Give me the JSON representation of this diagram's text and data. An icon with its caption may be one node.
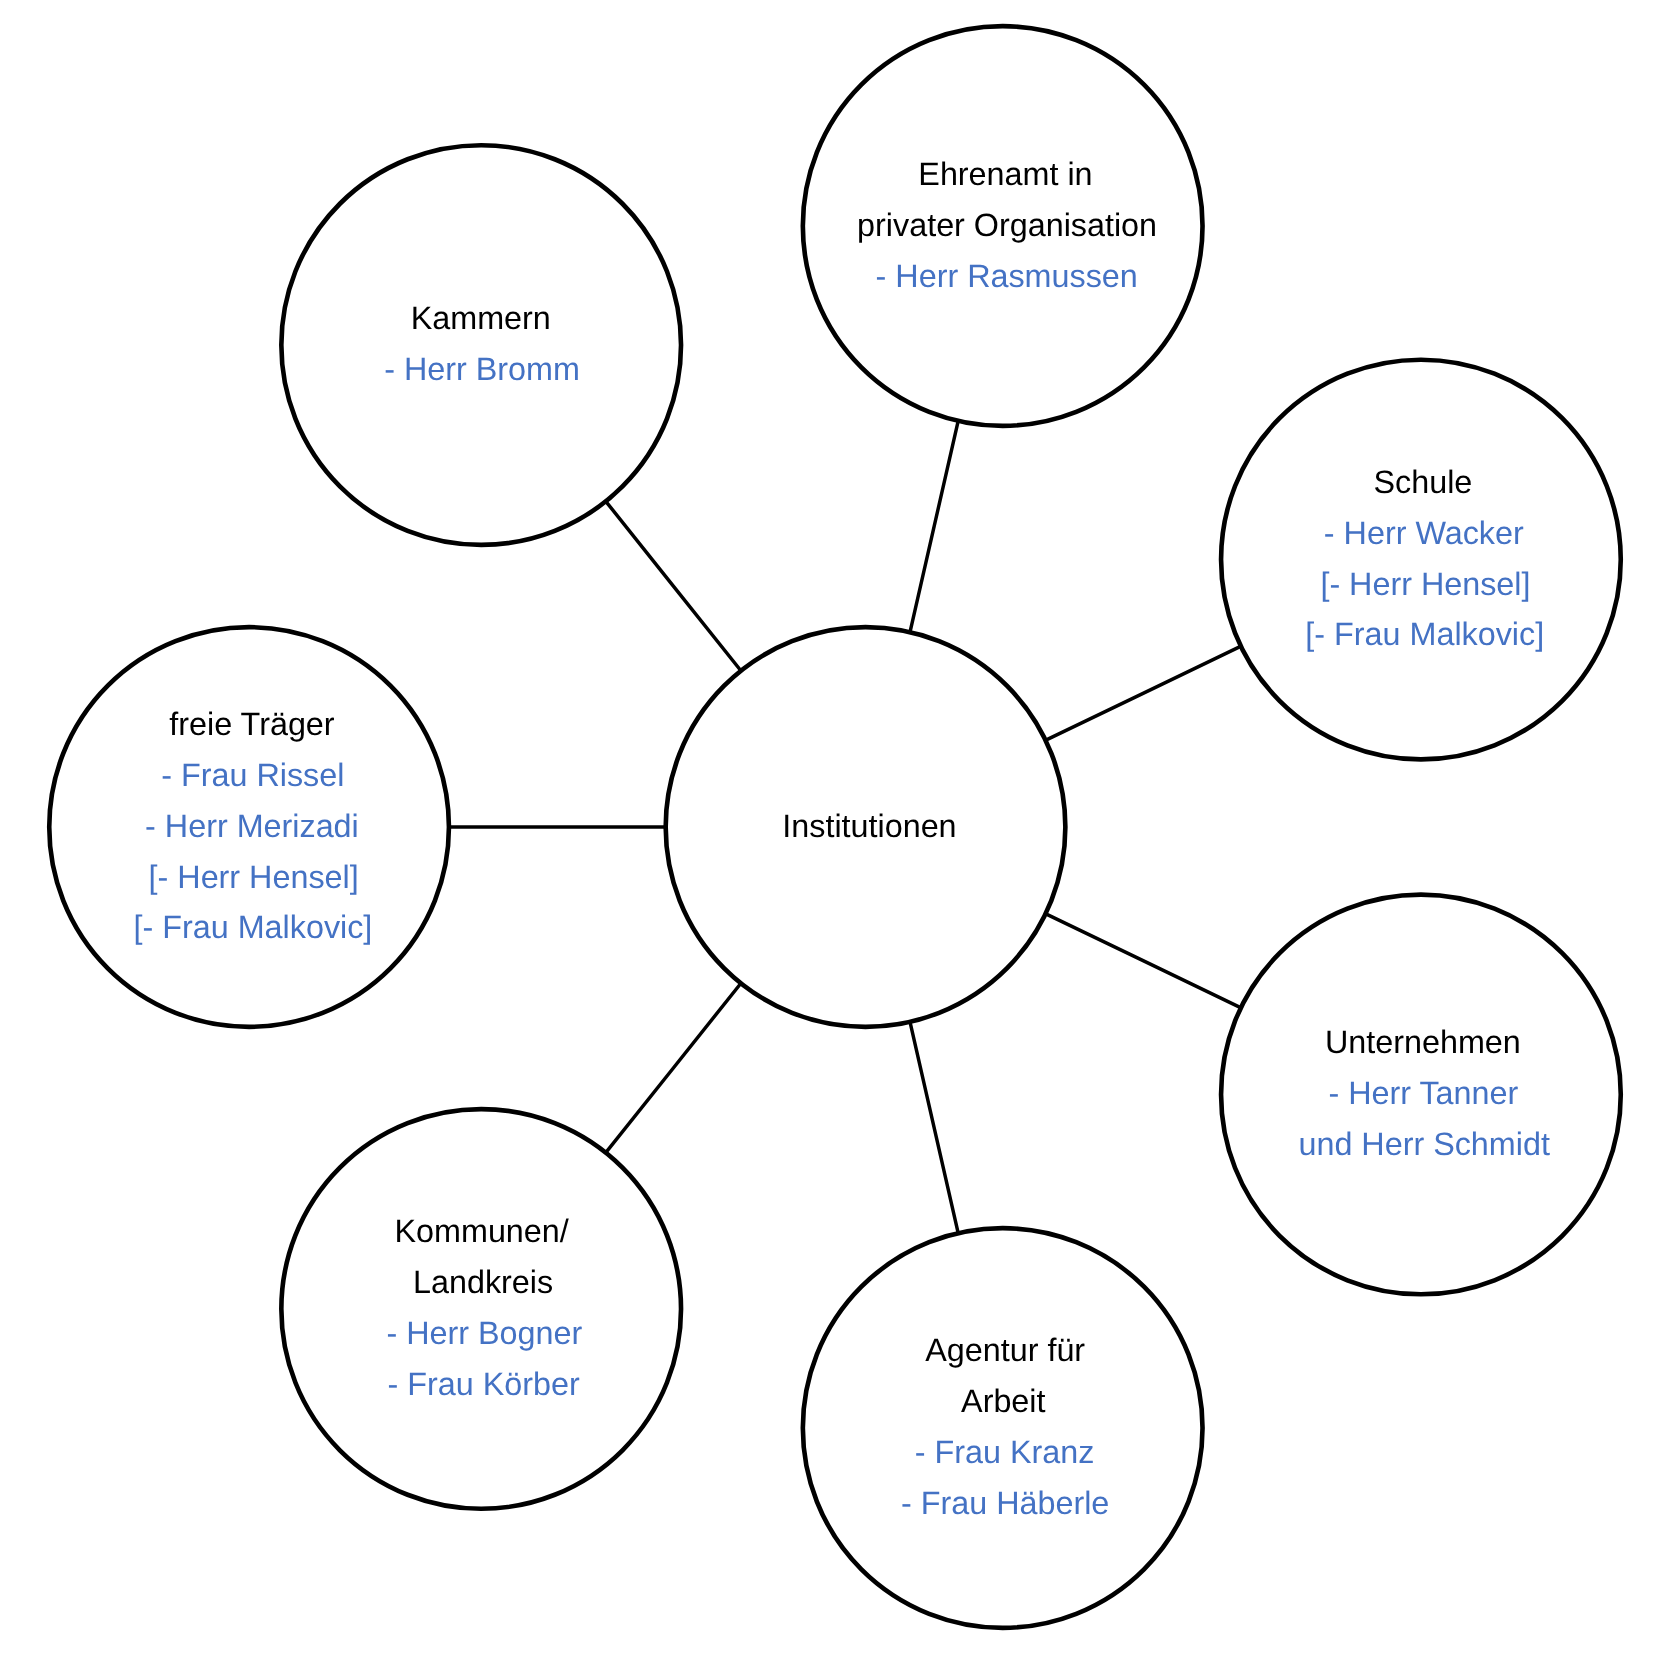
{
  "diagram": {
    "nodes": [
      {
        "text": [
          "Institutionen"
        ]
      },
      {
        "text": [
          "Schule",
          "- Herr Wacker",
          "[- Herr Hensel]",
          "[- Frau Malkovic]"
        ]
      },
      {
        "text": [
          "Ehrenamt in privater Organisation",
          "- Herr Rasmussen"
        ]
      },
      {
        "text": [
          "Kammern",
          "- Herr Bromm"
        ]
      },
      {
        "text": [
          "freie Träger",
          "- Frau Rissel",
          "- Herr Merizadi",
          "[- Herr Hensel]",
          "[- Frau Malkovic]"
        ]
      },
      {
        "text": [
          "Kommunen/ Landkreis",
          "- Herr Bogner",
          "- Frau Körber"
        ]
      },
      {
        "text": [
          "Agentur für Arbeit",
          "- Frau Kranz",
          "- Frau Häberle"
        ]
      },
      {
        "text": [
          "Unternehmen",
          "- Herr Tanner und Herr Schmidt"
        ]
      }
    ],
    "edges": [
      {
        "from": 0,
        "to": 1,
        "arrow": "none"
      },
      {
        "from": 0,
        "to": 2,
        "arrow": "none"
      },
      {
        "from": 0,
        "to": 3,
        "arrow": "none"
      },
      {
        "from": 0,
        "to": 4,
        "arrow": "none"
      },
      {
        "from": 0,
        "to": 5,
        "arrow": "none"
      },
      {
        "from": 0,
        "to": 6,
        "arrow": "none"
      },
      {
        "from": 0,
        "to": 7,
        "arrow": "none"
      }
    ]
  }
}
